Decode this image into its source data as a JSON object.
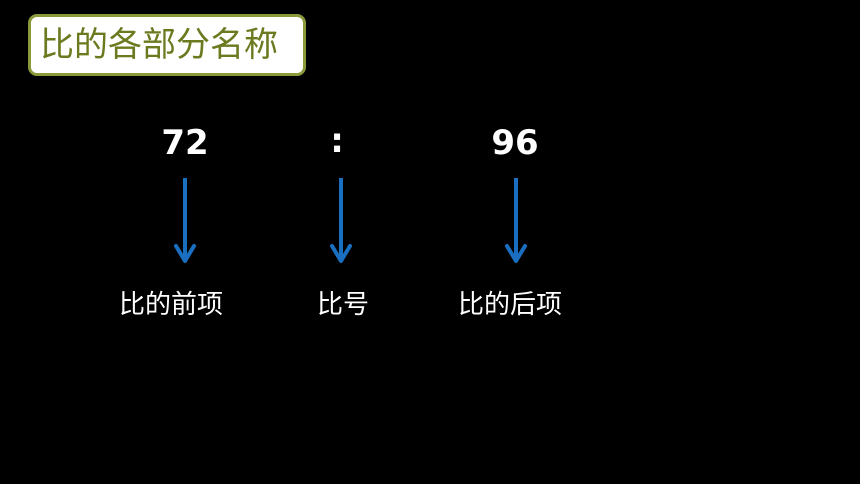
{
  "title": "比的各部分名称",
  "ratio": {
    "antecedent": "72",
    "sign": ":",
    "consequent": "96"
  },
  "labels": {
    "antecedent": "比的前项",
    "sign": "比号",
    "consequent": "比的后项"
  },
  "colors": {
    "arrow": "#1a6fc0",
    "title_text": "#6b7a1e",
    "title_border": "#8a9a3a"
  }
}
